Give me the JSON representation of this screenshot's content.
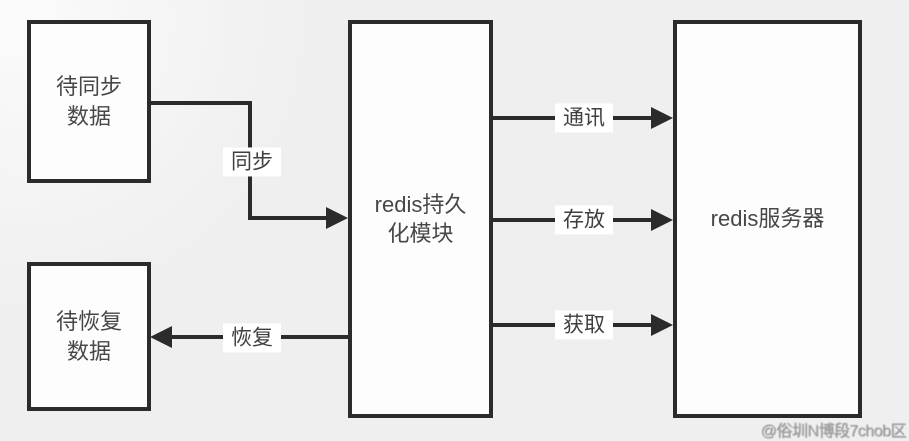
{
  "diagram": {
    "background_color": "#f0efef",
    "stroke_color": "#2b2b2b",
    "node_fill_color": "#fdfdfd",
    "nodes": {
      "pending_sync": {
        "label": "待同步\n数据"
      },
      "pending_restore": {
        "label": "待恢复\n数据"
      },
      "persistence": {
        "label": "redis持久\n化模块"
      },
      "server": {
        "label": "redis服务器"
      }
    },
    "edges": {
      "sync": {
        "label": "同步",
        "from": "pending_sync",
        "to": "persistence"
      },
      "comm": {
        "label": "通讯",
        "from": "persistence",
        "to": "server"
      },
      "store": {
        "label": "存放",
        "from": "persistence",
        "to": "server"
      },
      "fetch": {
        "label": "获取",
        "from": "persistence",
        "to": "server"
      },
      "restore": {
        "label": "恢复",
        "from": "persistence",
        "to": "pending_restore"
      }
    },
    "watermark": "@俗圳N博段7chob区"
  }
}
